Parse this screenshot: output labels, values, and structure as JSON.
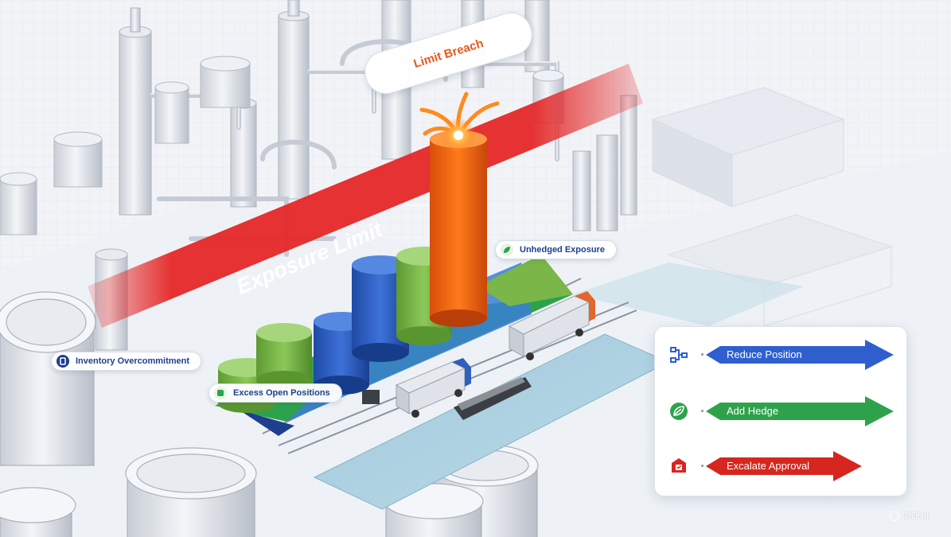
{
  "labels": {
    "breach": "Limit Breach",
    "exposure_limit": "Exposure Limit",
    "unhedged": "Unhedged Exposure",
    "inventory": "Inventory Overcommitment",
    "excess": "Excess Open Positions"
  },
  "actions": [
    {
      "label": "Reduce Position",
      "icon": "flow-diagram-icon",
      "color": "#2f5fcf"
    },
    {
      "label": "Add Hedge",
      "icon": "hedge-leaf-icon",
      "color": "#2ea24a"
    },
    {
      "label": "Excalate Approval",
      "icon": "approval-shield-icon",
      "color": "#d6261f"
    }
  ],
  "colors": {
    "limit_band": "#e52828",
    "breach_column": "#f06a12",
    "cylinder_green": "#7ab648",
    "cylinder_blue": "#2f5fbf",
    "label_blue": "#1d3f8f",
    "water": "#aacfe0"
  },
  "watermark": "미래세"
}
